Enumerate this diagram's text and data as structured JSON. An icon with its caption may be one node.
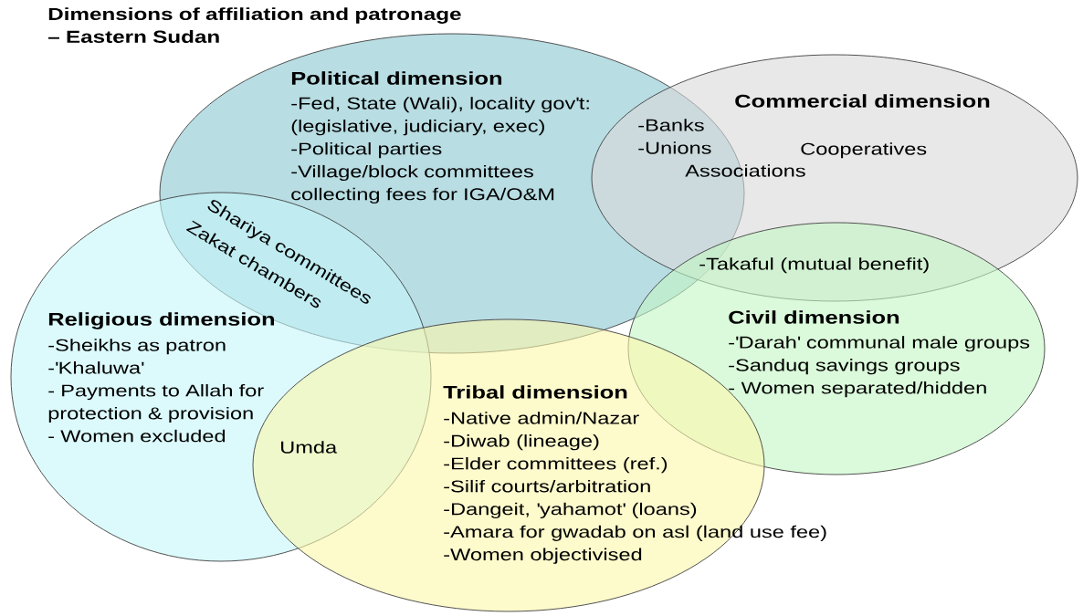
{
  "diagram": {
    "title": "Dimensions of affiliation and patronage – Eastern Sudan",
    "nodes": [
      {
        "text": [
          "Political dimension",
          "-Fed, State (Wali), locality gov't: (legislative, judiciary, exec)",
          "-Political parties",
          "-Village/block committees",
          "collecting fees for IGA/O&M"
        ]
      },
      {
        "text": [
          "Commercial dimension",
          "Cooperatives"
        ]
      },
      {
        "text": [
          "Religious dimension",
          "-Sheikhs as patron",
          "-'Khaluwa'",
          "- Payments to Allah for protection & provision",
          "- Women excluded"
        ]
      },
      {
        "text": [
          "Civil dimension",
          "-'Darah' communal male groups",
          "-Sanduq savings groups",
          "- Women separated/hidden"
        ]
      },
      {
        "text": [
          "Tribal dimension",
          "-Native admin/Nazar",
          "-Diwab (lineage)",
          "-Elder committees (ref.)",
          "-Silif courts/arbitration",
          "-Dangeit, 'yahamot' (loans)",
          "-Amara for gwadab on asl (land use fee)",
          "-Women objectivised"
        ]
      }
    ],
    "labels": [
      "Shariya committees",
      "Zakat chambers",
      "-Banks",
      "-Unions",
      "Associations",
      "-Takaful (mutual benefit)",
      "Umda"
    ]
  }
}
